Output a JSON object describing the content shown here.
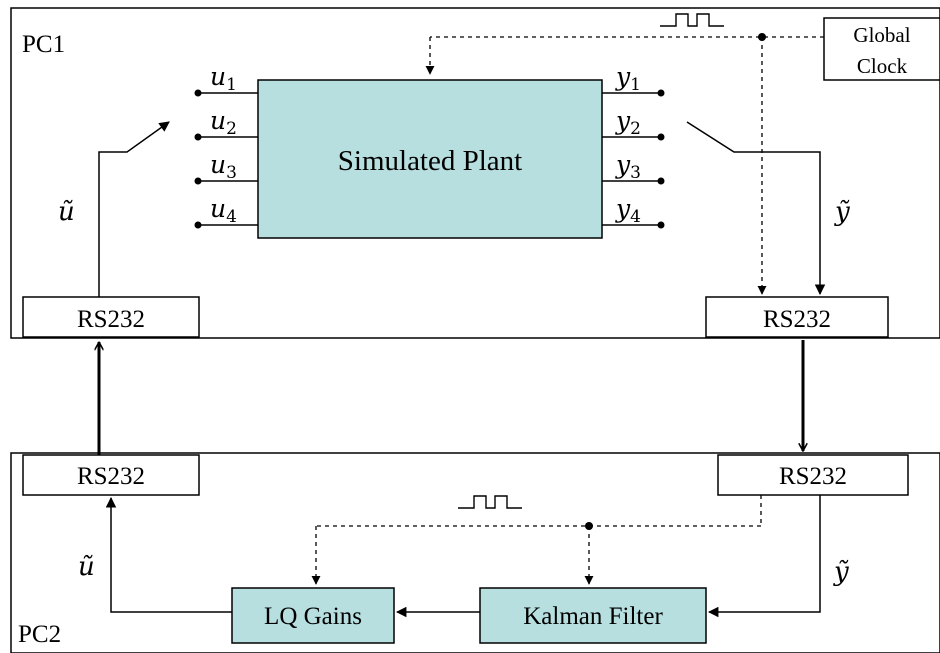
{
  "pc1": {
    "label": "PC1",
    "plant_label": "Simulated Plant",
    "rs232_left": "RS232",
    "rs232_right": "RS232",
    "clock_line1": "Global",
    "clock_line2": "Clock",
    "inputs": [
      {
        "name": "u",
        "index": "1"
      },
      {
        "name": "u",
        "index": "2"
      },
      {
        "name": "u",
        "index": "3"
      },
      {
        "name": "u",
        "index": "4"
      }
    ],
    "outputs": [
      {
        "name": "y",
        "index": "1"
      },
      {
        "name": "y",
        "index": "2"
      },
      {
        "name": "y",
        "index": "3"
      },
      {
        "name": "y",
        "index": "4"
      }
    ],
    "u_tilde": "ũ",
    "y_tilde": "ỹ"
  },
  "pc2": {
    "label": "PC2",
    "rs232_left": "RS232",
    "rs232_right": "RS232",
    "lq_label": "LQ Gains",
    "kalman_label": "Kalman Filter",
    "u_tilde": "ũ",
    "y_tilde": "ỹ"
  },
  "colors": {
    "block_fill": "#b7dfe0",
    "line": "#000000",
    "background": "#ffffff"
  }
}
